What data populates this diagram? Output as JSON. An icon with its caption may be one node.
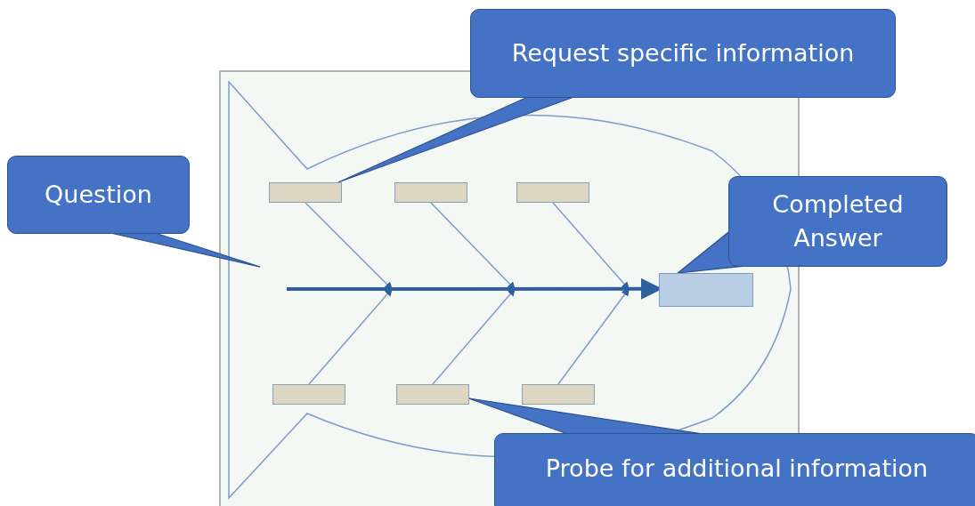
{
  "diagram": {
    "nodes": [
      {
        "text": [
          "Request specific information"
        ]
      },
      {
        "text": [
          "Question"
        ]
      },
      {
        "text": [
          "Completed Answer"
        ]
      },
      {
        "text": [
          "Probe for additional information"
        ]
      },
      {
        "text": [],
        "shape": "picture"
      },
      {
        "text": [],
        "shape": "box",
        "in": 4
      },
      {
        "text": [],
        "shape": "box",
        "in": 4
      },
      {
        "text": [],
        "shape": "box",
        "in": 4
      },
      {
        "text": [],
        "shape": "box",
        "in": 4
      },
      {
        "text": [],
        "shape": "box",
        "in": 4
      },
      {
        "text": [],
        "shape": "box",
        "in": 4
      },
      {
        "text": [],
        "shape": "box",
        "in": 4
      }
    ],
    "edges": [
      {
        "from": 0,
        "to": 5,
        "arrow": "none"
      },
      {
        "from": 1,
        "to": 4,
        "arrow": "none"
      },
      {
        "from": 2,
        "to": 11,
        "arrow": "none"
      },
      {
        "from": 3,
        "to": 9,
        "arrow": "none"
      },
      {
        "from": 5,
        "to": null,
        "arrow": "to"
      },
      {
        "from": 6,
        "to": null,
        "arrow": "to"
      },
      {
        "from": 7,
        "to": null,
        "arrow": "to"
      },
      {
        "from": 8,
        "to": null,
        "arrow": "to"
      },
      {
        "from": 9,
        "to": null,
        "arrow": "to"
      },
      {
        "from": 10,
        "to": null,
        "arrow": "to"
      },
      {
        "from": null,
        "to": 11,
        "arrow": "to",
        "style": "thick"
      }
    ]
  }
}
